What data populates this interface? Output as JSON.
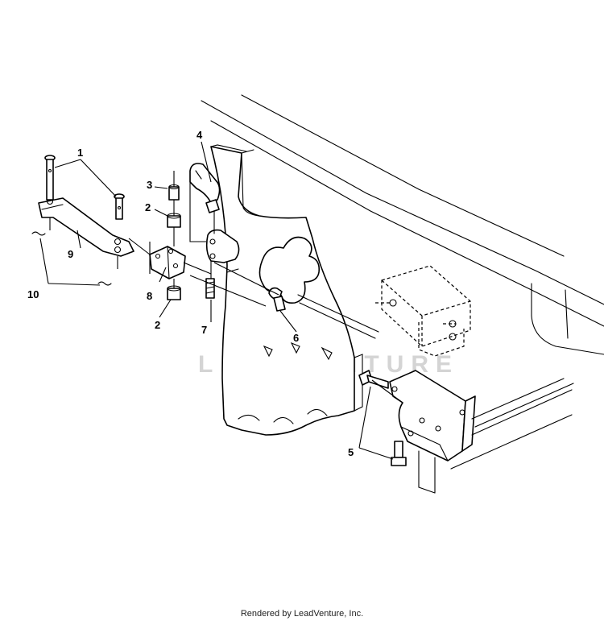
{
  "diagram": {
    "callouts": {
      "c1": "1",
      "c2a": "2",
      "c2b": "2",
      "c3": "3",
      "c4": "4",
      "c5": "5",
      "c6": "6",
      "c7": "7",
      "c8": "8",
      "c9": "9",
      "c10": "10"
    },
    "watermark": "LEADVENTURE"
  },
  "footer": {
    "credit": "Rendered by LeadVenture, Inc."
  }
}
